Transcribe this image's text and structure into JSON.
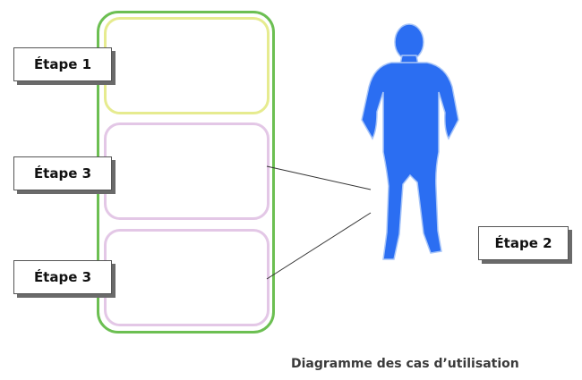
{
  "diagram": {
    "steps": [
      {
        "label": "Étape 1"
      },
      {
        "label": "Étape 3"
      },
      {
        "label": "Étape 3"
      },
      {
        "label": "Étape 2"
      }
    ],
    "caption": "Diagramme des cas d’utilisation",
    "icons": {
      "actor": "person-silhouette-icon"
    },
    "colors": {
      "outer_border": "#6cbf52",
      "box_1_border": "#e6eb8f",
      "box_2_border": "#e3c7e6",
      "box_3_border": "#e3c7e6",
      "actor_fill": "#2b6ef2"
    }
  }
}
